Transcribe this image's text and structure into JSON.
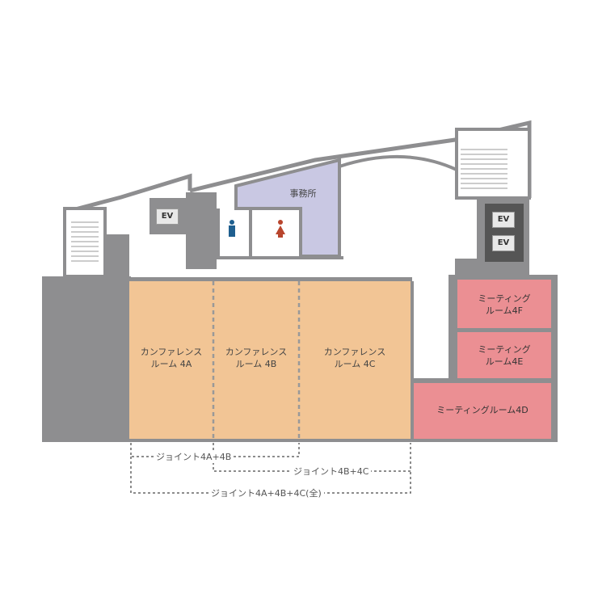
{
  "office": "事務所",
  "elevator": "EV",
  "rooms": {
    "conf_4a": [
      "カンファレンス",
      "ルーム 4A"
    ],
    "conf_4b": [
      "カンファレンス",
      "ルーム 4B"
    ],
    "conf_4c": [
      "カンファレンス",
      "ルーム 4C"
    ],
    "meet_4f": [
      "ミーティング",
      "ルーム4F"
    ],
    "meet_4e": [
      "ミーティング",
      "ルーム4E"
    ],
    "meet_4d": "ミーティングルーム4D"
  },
  "joints": [
    "ジョイント4A+4B",
    "ジョイント4B+4C",
    "ジョイント4A+4B+4C(全)"
  ],
  "colors": {
    "conference": "#f2c595",
    "meeting": "#eb8f93",
    "office": "#c9c8e3",
    "wall": "#8e8e90"
  }
}
